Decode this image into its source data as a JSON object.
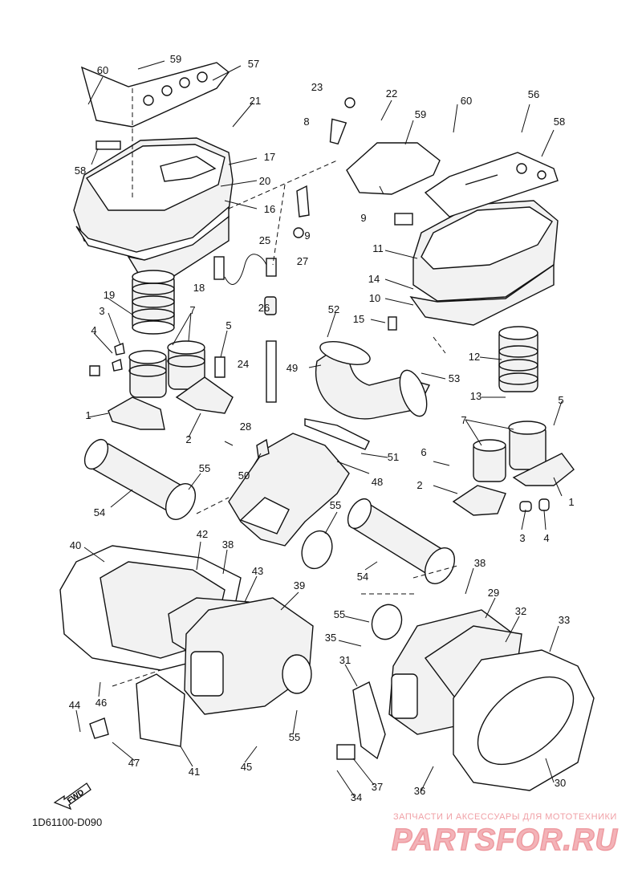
{
  "diagram_code": "1D61100-D090",
  "fwd_label": "FWD",
  "watermark": {
    "subtitle": "ЗАПЧАСТИ И АКСЕССУАРЫ ДЛЯ МОТОТЕХНИКИ",
    "logo": "PARTSFOR.RU"
  },
  "callouts": [
    "60",
    "59",
    "57",
    "21",
    "17",
    "20",
    "16",
    "58",
    "25",
    "27",
    "18",
    "19",
    "3",
    "7",
    "4",
    "5",
    "26",
    "24",
    "1",
    "2",
    "9",
    "8",
    "23",
    "22",
    "59",
    "60",
    "56",
    "58",
    "9",
    "11",
    "14",
    "10",
    "15",
    "52",
    "49",
    "53",
    "12",
    "13",
    "5",
    "7",
    "6",
    "2",
    "1",
    "3",
    "4",
    "28",
    "50",
    "51",
    "48",
    "55",
    "54",
    "55",
    "54",
    "40",
    "42",
    "38",
    "43",
    "39",
    "38",
    "29",
    "32",
    "33",
    "55",
    "35",
    "46",
    "44",
    "47",
    "41",
    "45",
    "55",
    "31",
    "37",
    "34",
    "36",
    "30"
  ],
  "colors": {
    "line": "#111111",
    "watermark": "#ee9aa0"
  }
}
